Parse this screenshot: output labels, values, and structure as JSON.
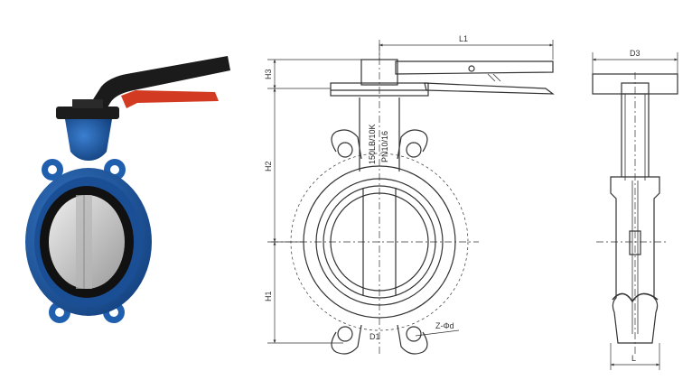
{
  "photo": {
    "label": "Wafer butterfly valve with lever handle",
    "colors": {
      "body": "#1f5fae",
      "body_dark": "#143f78",
      "seat": "#111111",
      "disc": "#c9c9c9",
      "lever": "#1b1b1b",
      "grip": "#d23b22"
    }
  },
  "front_view": {
    "dimensions": {
      "l1": "L1",
      "h1": "H1",
      "h2": "H2",
      "h3": "H3",
      "d1": "D1",
      "bolt": "Z-Φd"
    },
    "body_marking": {
      "line1": "150LB/10K",
      "line2": "PN10/16"
    }
  },
  "side_view": {
    "dimensions": {
      "d3": "D3",
      "l": "L"
    }
  },
  "line_color": "#333333"
}
